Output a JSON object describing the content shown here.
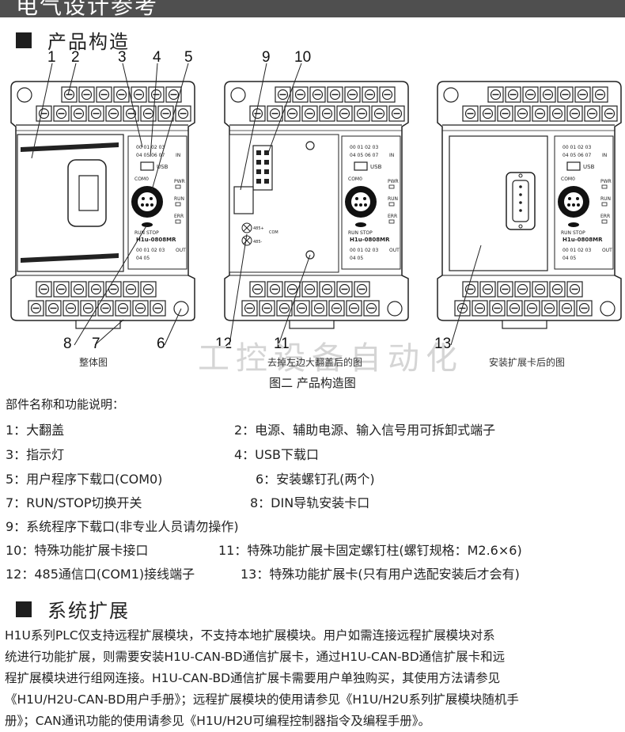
{
  "header": {
    "title": "电气设计参考"
  },
  "section1": {
    "title": "产品构造"
  },
  "callouts": {
    "c1": "1",
    "c2": "2",
    "c3": "3",
    "c4": "4",
    "c5": "5",
    "c6": "6",
    "c7": "7",
    "c8": "8",
    "c9": "9",
    "c10": "10",
    "c11": "11",
    "c12": "12",
    "c13": "13"
  },
  "captions": {
    "whole": "整体图",
    "cover_removed": "去掉左边大翻盖后的图",
    "card_installed": "安装扩展卡后的图"
  },
  "watermark": "工控设备自动化",
  "figure_title": "图二 产品构造图",
  "device_labels": {
    "model": "H1u-0808MR",
    "usb": "USB",
    "com0": "COM0",
    "pwr": "PWR",
    "run": "RUN",
    "err": "ERR",
    "runstop": "RUN STOP",
    "in_row1": "00 01 02 03",
    "in_row2": "04 05 06 07",
    "in_tag": "IN",
    "out_row1": "00 01 02 03",
    "out_row2": "04 05",
    "out_tag": "OUT",
    "port485p": "485+",
    "port485m": "485-",
    "com": "COM"
  },
  "parts_header": "部件名称和功能说明：",
  "parts": [
    "1：大翻盖",
    "2：电源、辅助电源、输入信号用可拆卸式端子",
    "3：指示灯",
    "4：USB下载口",
    "5：用户程序下载口(COM0)",
    "6：安装螺钉孔(两个)",
    "7：RUN/STOP切换开关",
    "8：DIN导轨安装卡口",
    "9：系统程序下载口(非专业人员请勿操作)",
    "10：特殊功能扩展卡接口",
    "11：特殊功能扩展卡固定螺钉柱(螺钉规格：M2.6×6)",
    "12：485通信口(COM1)接线端子",
    "13：特殊功能扩展卡(只有用户选配安装后才会有)"
  ],
  "section2": {
    "title": "系统扩展"
  },
  "paragraph": [
    "H1U系列PLC仅支持远程扩展模块，不支持本地扩展模块。用户如需连接远程扩展模块对系",
    "统进行功能扩展，则需要安装H1U-CAN-BD通信扩展卡，通过H1U-CAN-BD通信扩展卡和远",
    "程扩展模块进行组网连接。H1U-CAN-BD通信扩展卡需要用户单独购买，其使用方法请参见",
    "《H1U/H2U-CAN-BD用户手册》；远程扩展模块的使用请参见《H1U/H2U系列扩展模块随机手",
    "册》；CAN通讯功能的使用请参见《H1U/H2U可编程控制器指令及编程手册》。"
  ]
}
